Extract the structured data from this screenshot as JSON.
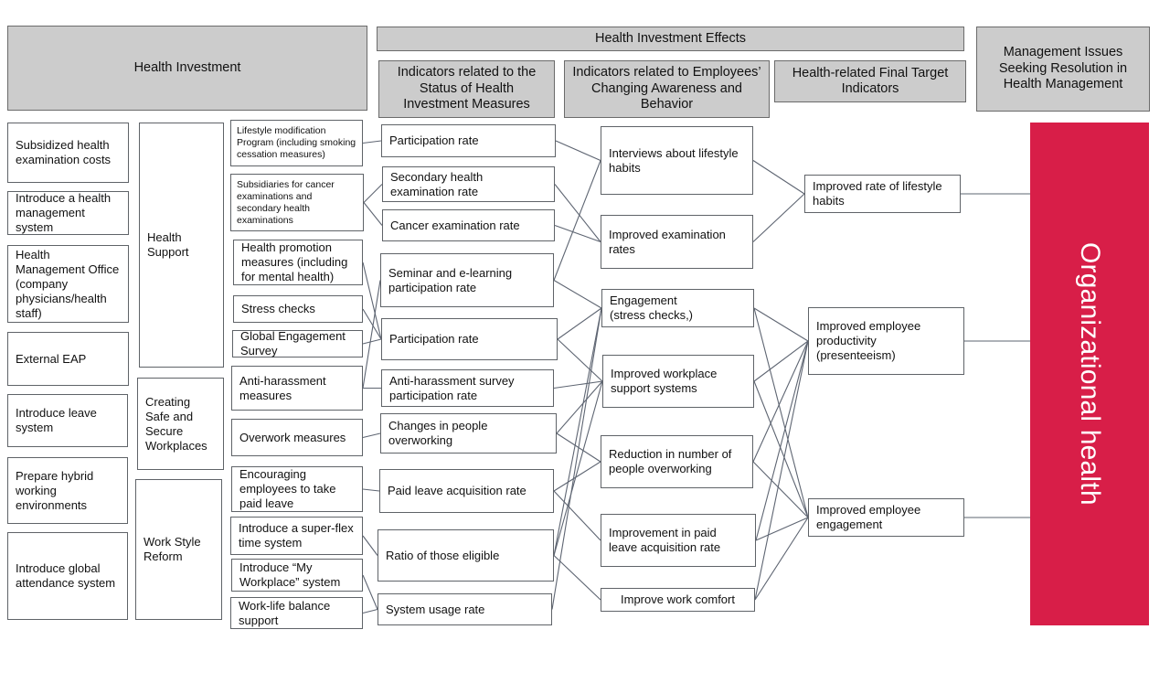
{
  "headers": {
    "health_investment": "Health Investment",
    "effects": "Health Investment Effects",
    "status_indicators": "Indicators related to the Status of Health Investment Measures",
    "awareness_indicators": "Indicators related to Employees’ Changing Awareness and Behavior",
    "final_target": "Health-related Final Target Indicators",
    "management_issues": "Management Issues Seeking Resolution in Health Management"
  },
  "foundations": [
    "Subsidized health examination costs",
    "Introduce a health management system",
    "Health Management Office  (company physicians/health staff)",
    "External EAP",
    "Introduce leave system",
    "Prepare hybrid working environments",
    "Introduce global attendance system"
  ],
  "categories": {
    "health_support": "Health Support",
    "safe_workplaces": "Creating Safe and Secure Workplaces",
    "work_style": "Work Style Reform"
  },
  "measures": [
    "Lifestyle modification Program (including smoking cessation measures)",
    "Subsidiaries for cancer examinations and secondary health examinations",
    "Health promotion measures (including for mental health)",
    "Stress checks",
    "Global Engagement Survey",
    "Anti-harassment measures",
    "Overwork measures",
    "Encouraging employees to take paid leave",
    "Introduce a super-flex time system",
    "Introduce  “My Workplace” system",
    "Work-life balance support"
  ],
  "status_indicators": [
    "Participation rate",
    "Secondary health examination rate",
    "Cancer examination rate",
    "Seminar and e-learning participation rate",
    "Participation rate",
    "Anti-harassment survey participation rate",
    "Changes in people overworking",
    "Paid leave acquisition rate",
    "Ratio of those eligible",
    "System usage rate"
  ],
  "awareness_indicators": [
    "Interviews about lifestyle habits",
    "Improved examination rates",
    "Engagement\n (stress checks,)",
    "Improved workplace support systems",
    "Reduction in number of people overworking",
    "Improvement in paid leave acquisition rate",
    "Improve work comfort"
  ],
  "final_targets": [
    "Improved rate of lifestyle habits",
    "Improved employee productivity (presenteeism)",
    "Improved employee engagement"
  ],
  "goal": {
    "label": "Organizational health",
    "color": "#d81e48"
  },
  "links": {
    "measure_to_status": [
      [
        0,
        0
      ],
      [
        1,
        1
      ],
      [
        1,
        2
      ],
      [
        2,
        4
      ],
      [
        3,
        4
      ],
      [
        4,
        4
      ],
      [
        5,
        3
      ],
      [
        5,
        5
      ],
      [
        6,
        6
      ],
      [
        7,
        7
      ],
      [
        8,
        8
      ],
      [
        9,
        9
      ],
      [
        10,
        9
      ]
    ],
    "status_to_awareness": [
      [
        0,
        0
      ],
      [
        1,
        1
      ],
      [
        2,
        1
      ],
      [
        3,
        0
      ],
      [
        3,
        2
      ],
      [
        4,
        2
      ],
      [
        4,
        3
      ],
      [
        5,
        3
      ],
      [
        6,
        3
      ],
      [
        6,
        4
      ],
      [
        7,
        4
      ],
      [
        7,
        5
      ],
      [
        8,
        2
      ],
      [
        8,
        3
      ],
      [
        8,
        6
      ],
      [
        9,
        2
      ]
    ],
    "awareness_to_target": [
      [
        0,
        0
      ],
      [
        1,
        0
      ],
      [
        2,
        1
      ],
      [
        2,
        2
      ],
      [
        3,
        1
      ],
      [
        3,
        2
      ],
      [
        4,
        1
      ],
      [
        4,
        2
      ],
      [
        5,
        1
      ],
      [
        5,
        2
      ],
      [
        6,
        1
      ],
      [
        6,
        2
      ]
    ],
    "target_to_goal": [
      0,
      1,
      2
    ]
  }
}
